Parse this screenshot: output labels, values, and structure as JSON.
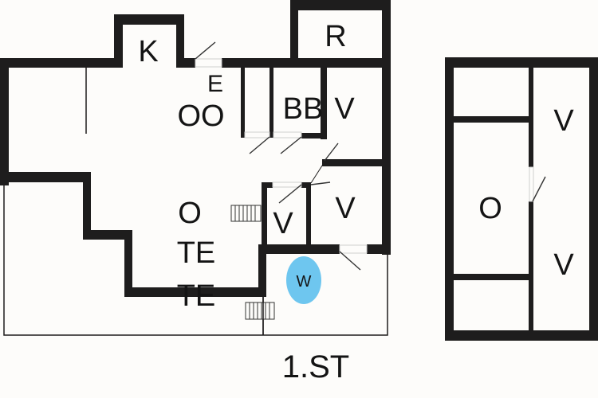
{
  "floor_plan": {
    "floor_label": "1.ST",
    "accent_color": "#6ec6ef",
    "wall_color": "#1e1d1d",
    "main_building": {
      "rooms": [
        {
          "id": "kitchen",
          "label": "K"
        },
        {
          "id": "storage",
          "label": "R"
        },
        {
          "id": "living-1",
          "label": "OO"
        },
        {
          "id": "entrance",
          "label": "E"
        },
        {
          "id": "bathroom",
          "label": "BB"
        },
        {
          "id": "bedroom-1",
          "label": "V"
        },
        {
          "id": "bedroom-2",
          "label": "V"
        },
        {
          "id": "bedroom-3",
          "label": "V"
        },
        {
          "id": "living-2",
          "label": "O"
        },
        {
          "id": "terrace-1",
          "label": "TE"
        },
        {
          "id": "terrace-2",
          "label": "TE"
        }
      ],
      "marker": {
        "label": "W"
      }
    },
    "annex": {
      "rooms": [
        {
          "id": "annex-living",
          "label": "O"
        },
        {
          "id": "annex-bedroom-1",
          "label": "V"
        },
        {
          "id": "annex-bedroom-2",
          "label": "V"
        }
      ]
    }
  }
}
